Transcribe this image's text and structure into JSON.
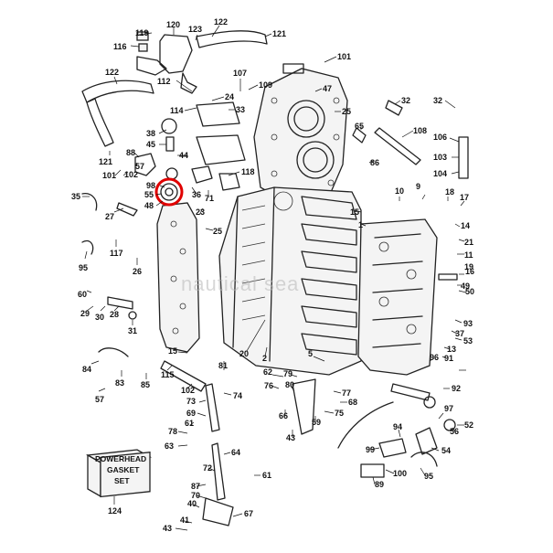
{
  "watermark": "nautical sea",
  "kit_label": [
    "POWERHEAD",
    "GASKET",
    "SET"
  ],
  "kit_number": "124",
  "highlight_color": "#e00000",
  "callouts": [
    {
      "id": "c120",
      "text": "120"
    },
    {
      "id": "c122a",
      "text": "122"
    },
    {
      "id": "c121a",
      "text": "121"
    },
    {
      "id": "c119",
      "text": "119"
    },
    {
      "id": "c116",
      "text": "116"
    },
    {
      "id": "c123",
      "text": "123"
    },
    {
      "id": "c101a",
      "text": "101"
    },
    {
      "id": "c122b",
      "text": "122"
    },
    {
      "id": "c107",
      "text": "107"
    },
    {
      "id": "c109",
      "text": "109"
    },
    {
      "id": "c47",
      "text": "47"
    },
    {
      "id": "c112",
      "text": "112"
    },
    {
      "id": "c24",
      "text": "24"
    },
    {
      "id": "c114",
      "text": "114"
    },
    {
      "id": "c33",
      "text": "33"
    },
    {
      "id": "c25a",
      "text": "25"
    },
    {
      "id": "c32a",
      "text": "32"
    },
    {
      "id": "c32b",
      "text": "32"
    },
    {
      "id": "c108",
      "text": "108"
    },
    {
      "id": "c65",
      "text": "65"
    },
    {
      "id": "c38",
      "text": "38"
    },
    {
      "id": "c45",
      "text": "45"
    },
    {
      "id": "c44",
      "text": "44"
    },
    {
      "id": "c106",
      "text": "106"
    },
    {
      "id": "c103",
      "text": "103"
    },
    {
      "id": "c104",
      "text": "104"
    },
    {
      "id": "c121b",
      "text": "121"
    },
    {
      "id": "c88",
      "text": "88"
    },
    {
      "id": "c101b",
      "text": "101"
    },
    {
      "id": "c102a",
      "text": "102"
    },
    {
      "id": "c57a",
      "text": "57"
    },
    {
      "id": "c118",
      "text": "118"
    },
    {
      "id": "c86",
      "text": "86"
    },
    {
      "id": "c98",
      "text": "98"
    },
    {
      "id": "c55",
      "text": "55"
    },
    {
      "id": "c48",
      "text": "48"
    },
    {
      "id": "c36",
      "text": "36"
    },
    {
      "id": "c71",
      "text": "71"
    },
    {
      "id": "c10",
      "text": "10"
    },
    {
      "id": "c9",
      "text": "9"
    },
    {
      "id": "c18",
      "text": "18"
    },
    {
      "id": "c17",
      "text": "17"
    },
    {
      "id": "c35",
      "text": "35"
    },
    {
      "id": "c27",
      "text": "27"
    },
    {
      "id": "c23",
      "text": "23"
    },
    {
      "id": "c25b",
      "text": "25"
    },
    {
      "id": "c15a",
      "text": "15"
    },
    {
      "id": "c1",
      "text": "1"
    },
    {
      "id": "c14",
      "text": "14"
    },
    {
      "id": "c21",
      "text": "21"
    },
    {
      "id": "c11",
      "text": "11"
    },
    {
      "id": "c16",
      "text": "16"
    },
    {
      "id": "c117",
      "text": "117"
    },
    {
      "id": "c95",
      "text": "95"
    },
    {
      "id": "c26",
      "text": "26"
    },
    {
      "id": "c49",
      "text": "49"
    },
    {
      "id": "c19",
      "text": "19"
    },
    {
      "id": "c50",
      "text": "50"
    },
    {
      "id": "c60",
      "text": "60"
    },
    {
      "id": "c29",
      "text": "29"
    },
    {
      "id": "c30",
      "text": "30"
    },
    {
      "id": "c28",
      "text": "28"
    },
    {
      "id": "c31",
      "text": "31"
    },
    {
      "id": "c2",
      "text": "2"
    },
    {
      "id": "c20",
      "text": "20"
    },
    {
      "id": "c93",
      "text": "93"
    },
    {
      "id": "c37",
      "text": "37"
    },
    {
      "id": "c53",
      "text": "53"
    },
    {
      "id": "c13",
      "text": "13"
    },
    {
      "id": "c84",
      "text": "84"
    },
    {
      "id": "c83",
      "text": "83"
    },
    {
      "id": "c85",
      "text": "85"
    },
    {
      "id": "c115",
      "text": "115"
    },
    {
      "id": "c81",
      "text": "81"
    },
    {
      "id": "c15b",
      "text": "15"
    },
    {
      "id": "c62",
      "text": "62"
    },
    {
      "id": "c79",
      "text": "79"
    },
    {
      "id": "c5",
      "text": "5"
    },
    {
      "id": "c96",
      "text": "96"
    },
    {
      "id": "c91",
      "text": "91"
    },
    {
      "id": "c57b",
      "text": "57"
    },
    {
      "id": "c102b",
      "text": "102"
    },
    {
      "id": "c73",
      "text": "73"
    },
    {
      "id": "c74",
      "text": "74"
    },
    {
      "id": "c76",
      "text": "76"
    },
    {
      "id": "c80",
      "text": "80"
    },
    {
      "id": "c77",
      "text": "77"
    },
    {
      "id": "c68",
      "text": "68"
    },
    {
      "id": "c92",
      "text": "92"
    },
    {
      "id": "c69",
      "text": "69"
    },
    {
      "id": "c66",
      "text": "66"
    },
    {
      "id": "c59",
      "text": "59"
    },
    {
      "id": "c75",
      "text": "75"
    },
    {
      "id": "c61a",
      "text": "61"
    },
    {
      "id": "c78",
      "text": "78"
    },
    {
      "id": "c43a",
      "text": "43"
    },
    {
      "id": "c56",
      "text": "56"
    },
    {
      "id": "c52",
      "text": "52"
    },
    {
      "id": "c94",
      "text": "94"
    },
    {
      "id": "c97",
      "text": "97"
    },
    {
      "id": "c63",
      "text": "63"
    },
    {
      "id": "c64",
      "text": "64"
    },
    {
      "id": "c99",
      "text": "99"
    },
    {
      "id": "c54",
      "text": "54"
    },
    {
      "id": "c72",
      "text": "72"
    },
    {
      "id": "c61b",
      "text": "61"
    },
    {
      "id": "c100",
      "text": "100"
    },
    {
      "id": "c95b",
      "text": "95"
    },
    {
      "id": "c87",
      "text": "87"
    },
    {
      "id": "c89",
      "text": "89"
    },
    {
      "id": "c70",
      "text": "70"
    },
    {
      "id": "c40",
      "text": "40"
    },
    {
      "id": "c67",
      "text": "67"
    },
    {
      "id": "c41",
      "text": "41"
    },
    {
      "id": "c43b",
      "text": "43"
    }
  ]
}
